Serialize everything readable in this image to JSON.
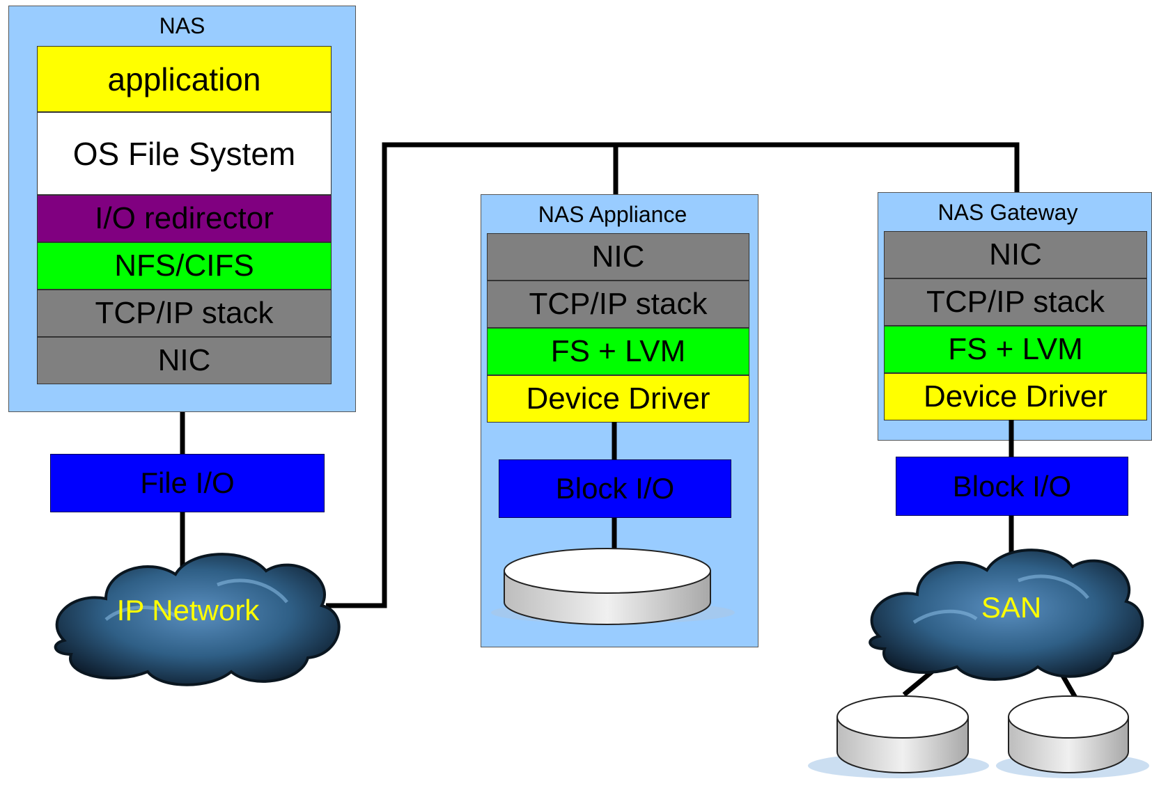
{
  "nas": {
    "title": "NAS",
    "layers": [
      {
        "label": "application"
      },
      {
        "label": "OS File System"
      },
      {
        "label": "I/O redirector"
      },
      {
        "label": "NFS/CIFS"
      },
      {
        "label": "TCP/IP stack"
      },
      {
        "label": "NIC"
      }
    ],
    "io_label": "File I/O",
    "cloud_label": "IP Network"
  },
  "appliance": {
    "title": "NAS Appliance",
    "layers": [
      {
        "label": "NIC"
      },
      {
        "label": "TCP/IP stack"
      },
      {
        "label": "FS + LVM"
      },
      {
        "label": "Device Driver"
      }
    ],
    "io_label": "Block I/O"
  },
  "gateway": {
    "title": "NAS Gateway",
    "layers": [
      {
        "label": "NIC"
      },
      {
        "label": "TCP/IP stack"
      },
      {
        "label": "FS + LVM"
      },
      {
        "label": "Device Driver"
      }
    ],
    "io_label": "Block I/O",
    "cloud_label": "SAN"
  },
  "colors": {
    "panel": "#99ccff",
    "yellow": "#ffff00",
    "purple": "#800080",
    "green": "#00ff00",
    "gray": "#808080",
    "io_blue": "#0000ff",
    "cloud_text": "#ffff00"
  }
}
